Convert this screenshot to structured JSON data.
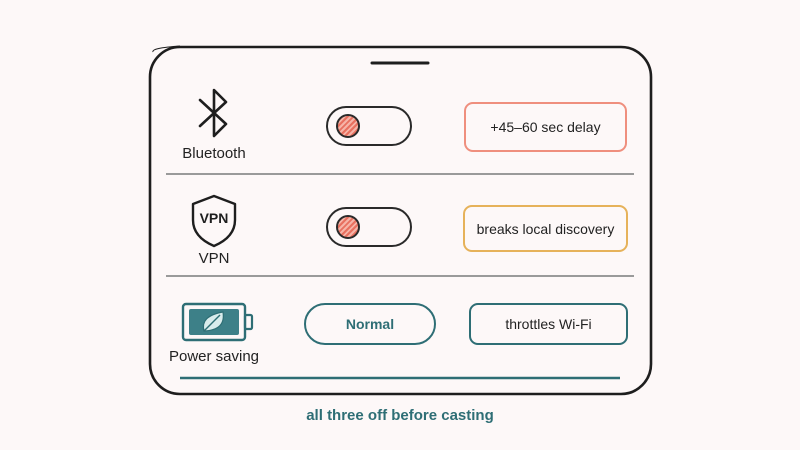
{
  "rows": [
    {
      "name": "Bluetooth",
      "icon": "bluetooth-icon",
      "control": {
        "type": "toggle",
        "state": "off"
      },
      "note": "+45–60 sec delay",
      "note_color": "#ef8f7e"
    },
    {
      "name": "VPN",
      "icon": "vpn-shield-icon",
      "icon_text": "VPN",
      "control": {
        "type": "toggle",
        "state": "off"
      },
      "note": "breaks local discovery",
      "note_color": "#e6b25a"
    },
    {
      "name": "Power saving",
      "icon": "leaf-battery-icon",
      "control": {
        "type": "mode",
        "value": "Normal"
      },
      "note": "throttles Wi-Fi",
      "note_color": "#2e6e75"
    }
  ],
  "caption": "all three off before casting",
  "colors": {
    "outline": "#1e1e1e",
    "divider": "#9a9a9a",
    "accent": "#2e6e75",
    "knob": "#f29a8a"
  }
}
